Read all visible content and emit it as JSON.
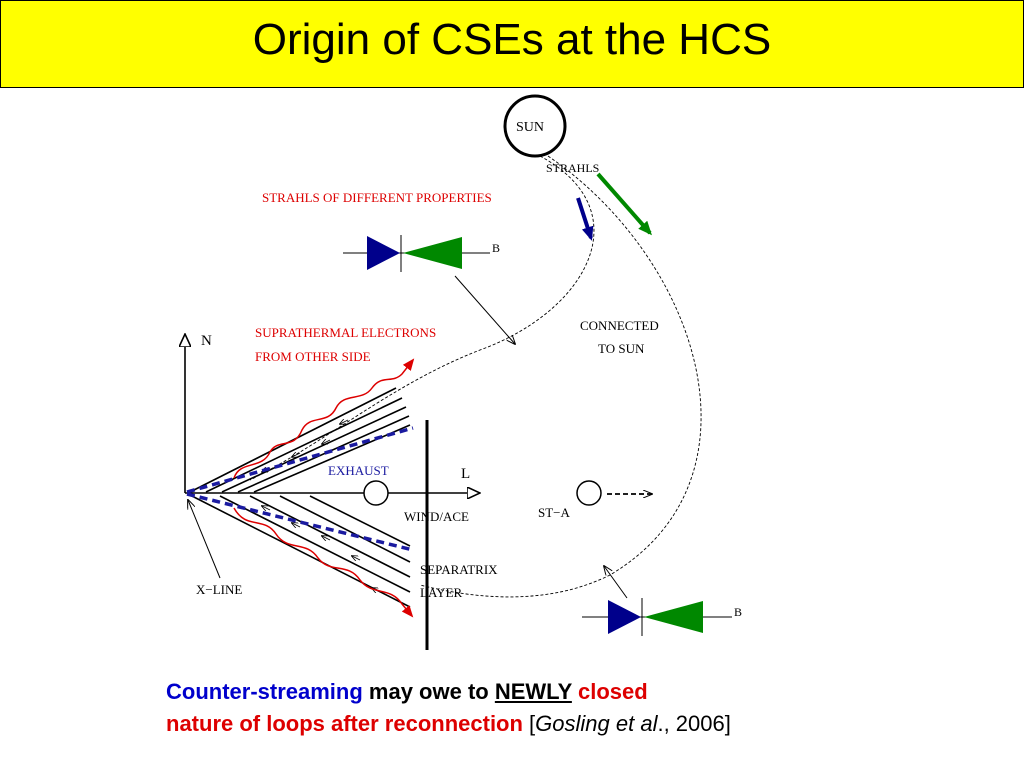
{
  "title": "Origin of CSEs at the HCS",
  "colors": {
    "title_bg": "#ffff00",
    "blue": "#00008b",
    "green": "#008800",
    "red": "#dd0000",
    "caption_blue": "#0000cc",
    "exhaust_blue": "#1a1aa0"
  },
  "labels": {
    "sun": "SUN",
    "strahls": "STRAHLS",
    "strahls_props": "STRAHLS OF DIFFERENT PROPERTIES",
    "b_top": "B",
    "b_bottom": "B",
    "supra_1": "SUPRATHERMAL ELECTRONS",
    "supra_2": "FROM OTHER SIDE",
    "n_axis": "N",
    "l_axis": "L",
    "connected_1": "CONNECTED",
    "connected_2": "TO SUN",
    "exhaust": "EXHAUST",
    "wind_ace": "WIND/ACE",
    "st_a": "ST−A",
    "separatrix_1": "SEPARATRIX",
    "separatrix_2": "LAYER",
    "x_line": "X−LINE"
  },
  "caption": {
    "counter": "Counter-streaming",
    "may_owe": " may owe to ",
    "newly": "NEWLY",
    "closed": " closed",
    "line2": "nature of loops after reconnection",
    "open_bracket": " [",
    "authors": "Gosling et al",
    "rest": "., 2006]"
  }
}
